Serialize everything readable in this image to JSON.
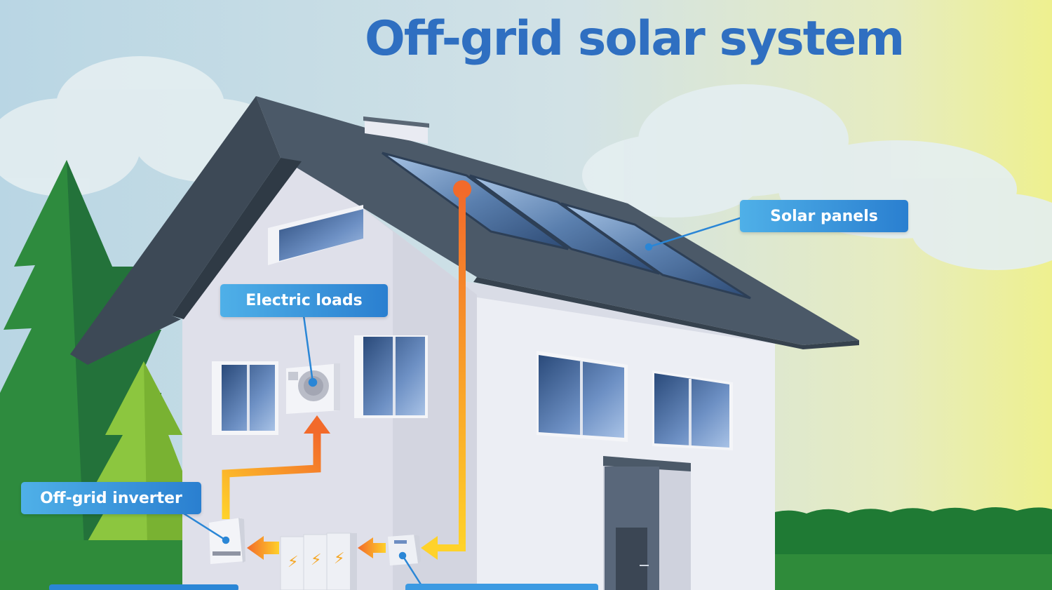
{
  "title": "Off-grid solar system",
  "labels": {
    "solar_panels": "Solar panels",
    "electric_loads": "Electric loads",
    "offgrid_inverter": "Off-grid inverter"
  },
  "colors": {
    "title": "#2f6fc1",
    "label_bg_start": "#4fb0e8",
    "label_bg_end": "#2a7fd0",
    "roof": "#4b5968",
    "wall": "#e6e6ee",
    "flow_hot": "#f26a2a",
    "flow_warm": "#ffd02a",
    "tree": "#2e8b3e",
    "grass": "#2a7a34"
  }
}
